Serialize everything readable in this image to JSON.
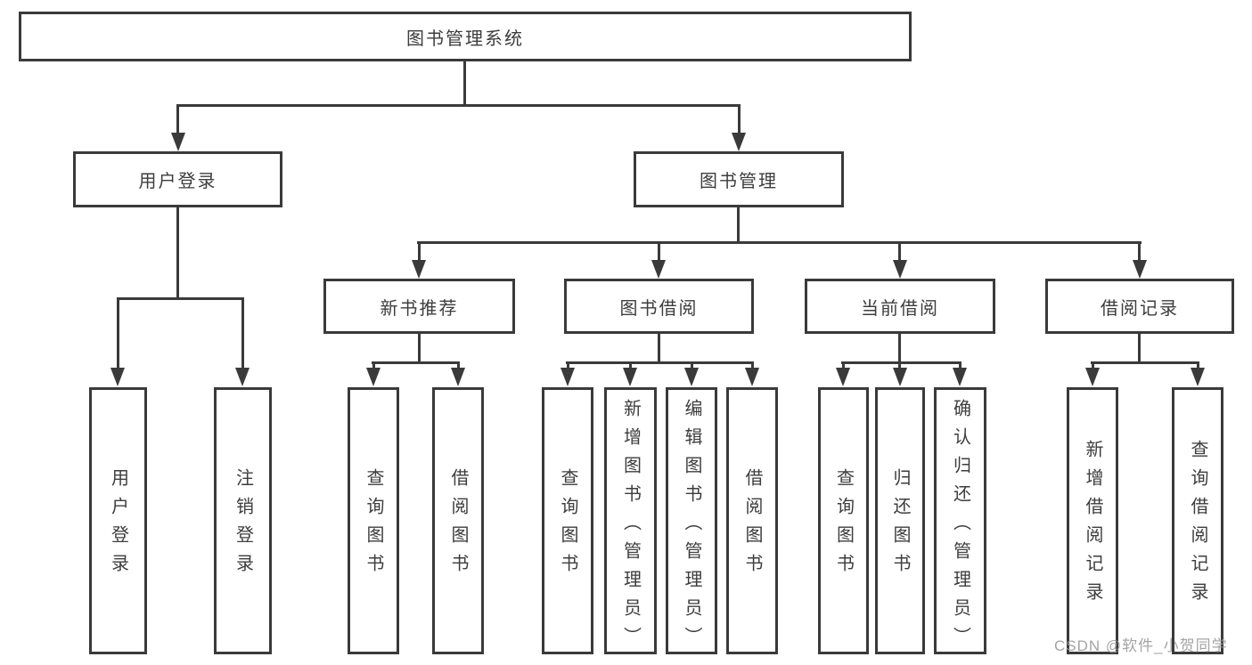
{
  "diagram": {
    "watermark": "CSDN @软件_小贺同学",
    "colors": {
      "line": "#3a3a3a",
      "box_border": "#3a3a3a",
      "box_background": "#ffffff",
      "text": "#3d3d3d",
      "watermark": "#949494"
    },
    "tree": {
      "root": "图书管理系统",
      "branches": [
        {
          "label": "用户登录",
          "children": [
            "用户登录",
            "注销登录"
          ]
        },
        {
          "label": "图书管理",
          "sections": [
            {
              "label": "新书推荐",
              "children": [
                "查询图书",
                "借阅图书"
              ]
            },
            {
              "label": "图书借阅",
              "children": [
                "查询图书",
                "新增图书（管理员）",
                "编辑图书（管理员）",
                "借阅图书"
              ]
            },
            {
              "label": "当前借阅",
              "children": [
                "查询图书",
                "归还图书",
                "确认归还（管理员）"
              ]
            },
            {
              "label": "借阅记录",
              "children": [
                "新增借阅记录",
                "查询借阅记录"
              ]
            }
          ]
        }
      ]
    }
  }
}
